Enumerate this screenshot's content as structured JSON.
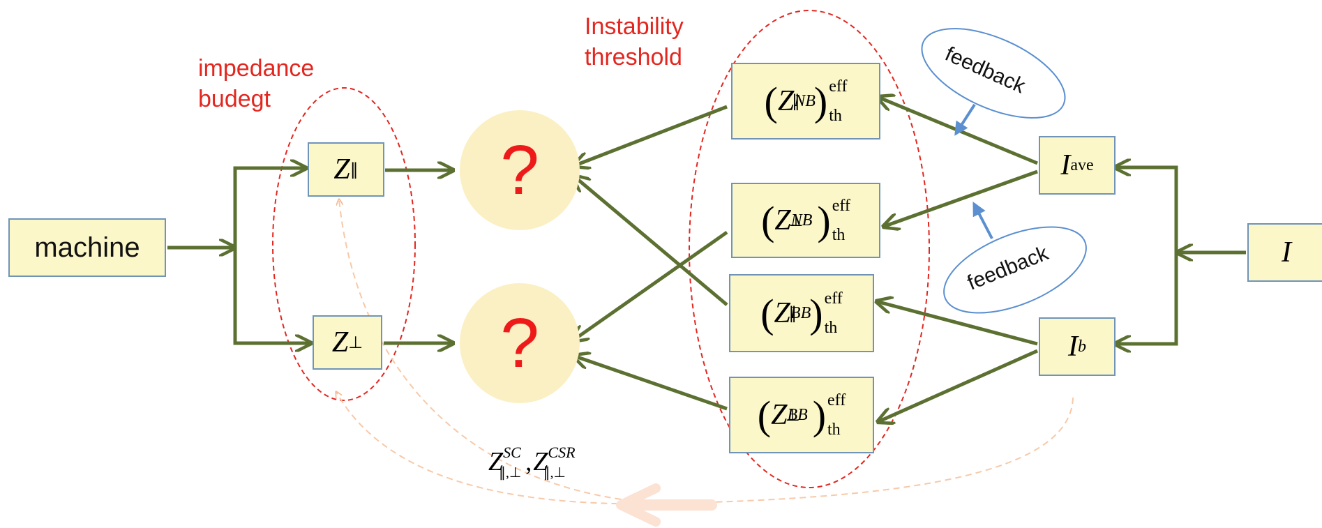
{
  "labels": {
    "impedance_budget": [
      "impedance",
      "budegt"
    ],
    "instability_threshold": [
      "Instability",
      "threshold"
    ],
    "machine": "machine",
    "question_mark": "?",
    "feedback": "feedback",
    "current": "I",
    "avg_current_sub": "ave",
    "bunch_current_sub": "b",
    "z": "Z",
    "parallel": "∥",
    "perp": "⊥",
    "nb": "NB",
    "bb": "BB",
    "eff": "eff",
    "th": "th",
    "sc": "SC",
    "csr": "CSR",
    "par_perp": "∥,⊥"
  },
  "colors": {
    "arrow_green": "#5b7031",
    "box_fill": "#fbf7c9",
    "box_border": "#6f94b8",
    "circle_fill": "#fbf0c3",
    "red": "#e3261f",
    "feedback_blue": "#5b8fd0",
    "peach": "#f7c9a8"
  }
}
